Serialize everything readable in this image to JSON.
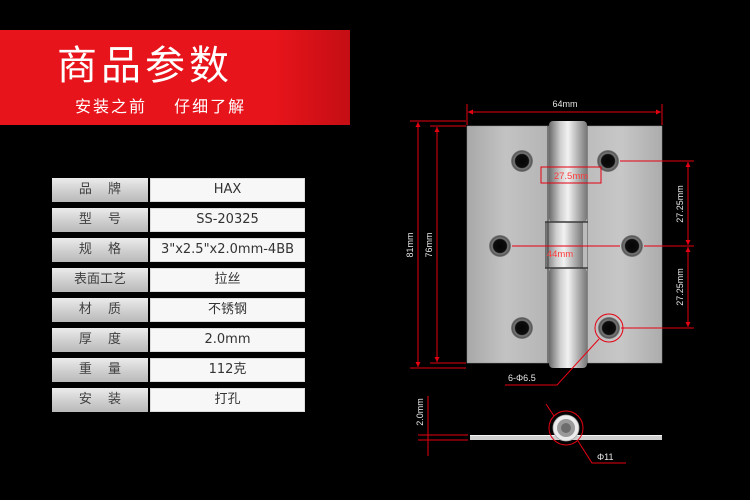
{
  "colors": {
    "background": "#000000",
    "banner": "#e8141b",
    "dimension_line": "#e60012",
    "dimension_text": "#e6e6e6",
    "dimension_text_red": "#ff3b3b",
    "label_cell": "#cfcfcf",
    "value_cell": "#f7f7f7",
    "table_text": "#333333"
  },
  "header": {
    "title": "商品参数",
    "subtitle": "安装之前 仔细了解"
  },
  "specs": [
    {
      "label": "品 牌",
      "value": "HAX"
    },
    {
      "label": "型 号",
      "value": "SS-20325"
    },
    {
      "label": "规 格",
      "value": "3\"x2.5\"x2.0mm-4BB"
    },
    {
      "label": "表面工艺",
      "value": "拉丝"
    },
    {
      "label": "材 质",
      "value": "不锈钢"
    },
    {
      "label": "厚 度",
      "value": "2.0mm"
    },
    {
      "label": "重 量",
      "value": "112克"
    },
    {
      "label": "安 装",
      "value": "打孔"
    }
  ],
  "drawing": {
    "front_view": {
      "width_label": "64mm",
      "total_height_label": "81mm",
      "leaf_height_label": "76mm",
      "top_hole_spacing_label": "27.5mm",
      "middle_hole_spacing_label": "44mm",
      "upper_vertical_spacing_label": "27.25mm",
      "lower_vertical_spacing_label": "27.25mm",
      "hole_callout": "6-Φ6.5"
    },
    "side_view": {
      "thickness_label": "2.0mm",
      "knuckle_diameter_label": "Φ11"
    }
  }
}
